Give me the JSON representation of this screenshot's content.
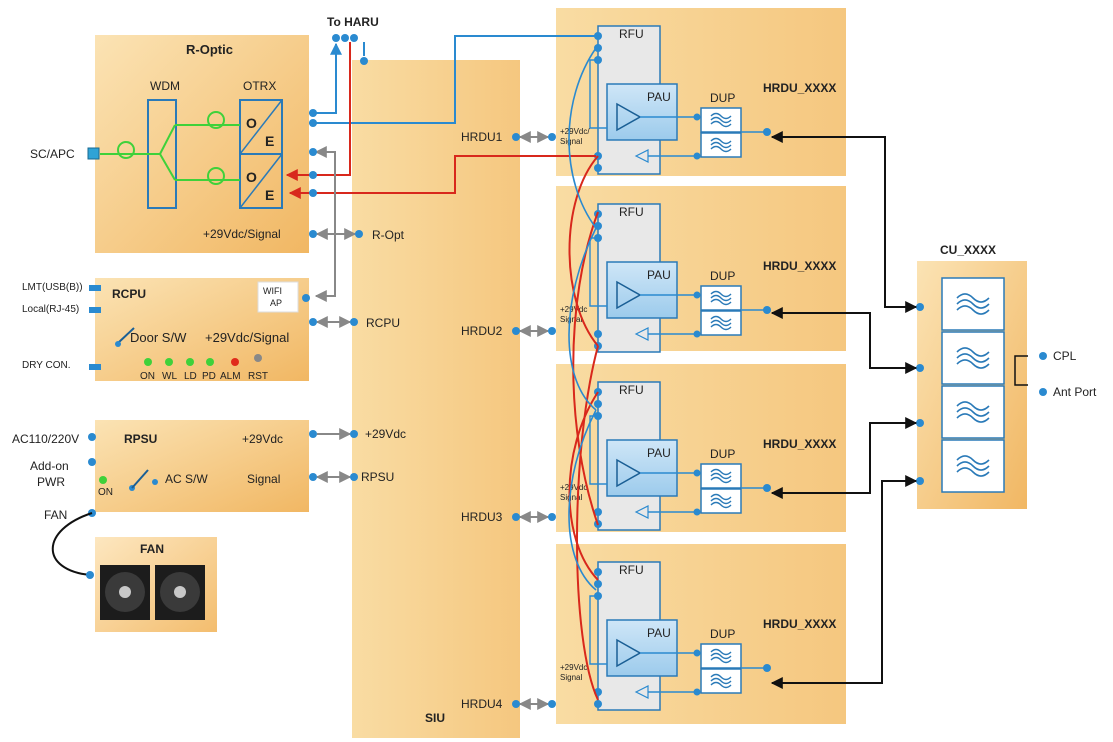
{
  "top": {
    "to_haru": "To HARU"
  },
  "roptic": {
    "title": "R-Optic",
    "wdm": "WDM",
    "otrx": "OTRX",
    "sc_apc": "SC/APC",
    "o": "O",
    "e": "E",
    "power_signal": "+29Vdc/Signal"
  },
  "rcpu": {
    "title": "RCPU",
    "lmt": "LMT(USB(B))",
    "local": "Local(RJ-45)",
    "dry": "DRY CON.",
    "wifi": "WIFI",
    "ap": "AP",
    "door": "Door S/W",
    "power_signal": "+29Vdc/Signal",
    "leds": [
      "ON",
      "WL",
      "LD",
      "PD",
      "ALM",
      "RST"
    ]
  },
  "rpsu": {
    "title": "RPSU",
    "ac_in": "AC110/220V",
    "addon1": "Add-on",
    "addon2": "PWR",
    "on": "ON",
    "ac_sw": "AC S/W",
    "plus29": "+29Vdc",
    "signal": "Signal"
  },
  "fan": {
    "port": "FAN",
    "title": "FAN"
  },
  "siu": {
    "title": "SIU",
    "r_opt": "R-Opt",
    "rcpu": "RCPU",
    "plus29": "+29Vdc",
    "rpsu": "RPSU",
    "hrdu": [
      "HRDU1",
      "HRDU2",
      "HRDU3",
      "HRDU4"
    ]
  },
  "hrdu": {
    "title": "HRDU_XXXX",
    "rfu": "RFU",
    "pau": "PAU",
    "dup": "DUP",
    "sig_line1_a": "+29Vdc/",
    "sig_line1_b": "+29Vdc",
    "sig_line2": "Signal"
  },
  "cu": {
    "title": "CU_XXXX",
    "cpl": "CPL",
    "ant": "Ant Port"
  }
}
